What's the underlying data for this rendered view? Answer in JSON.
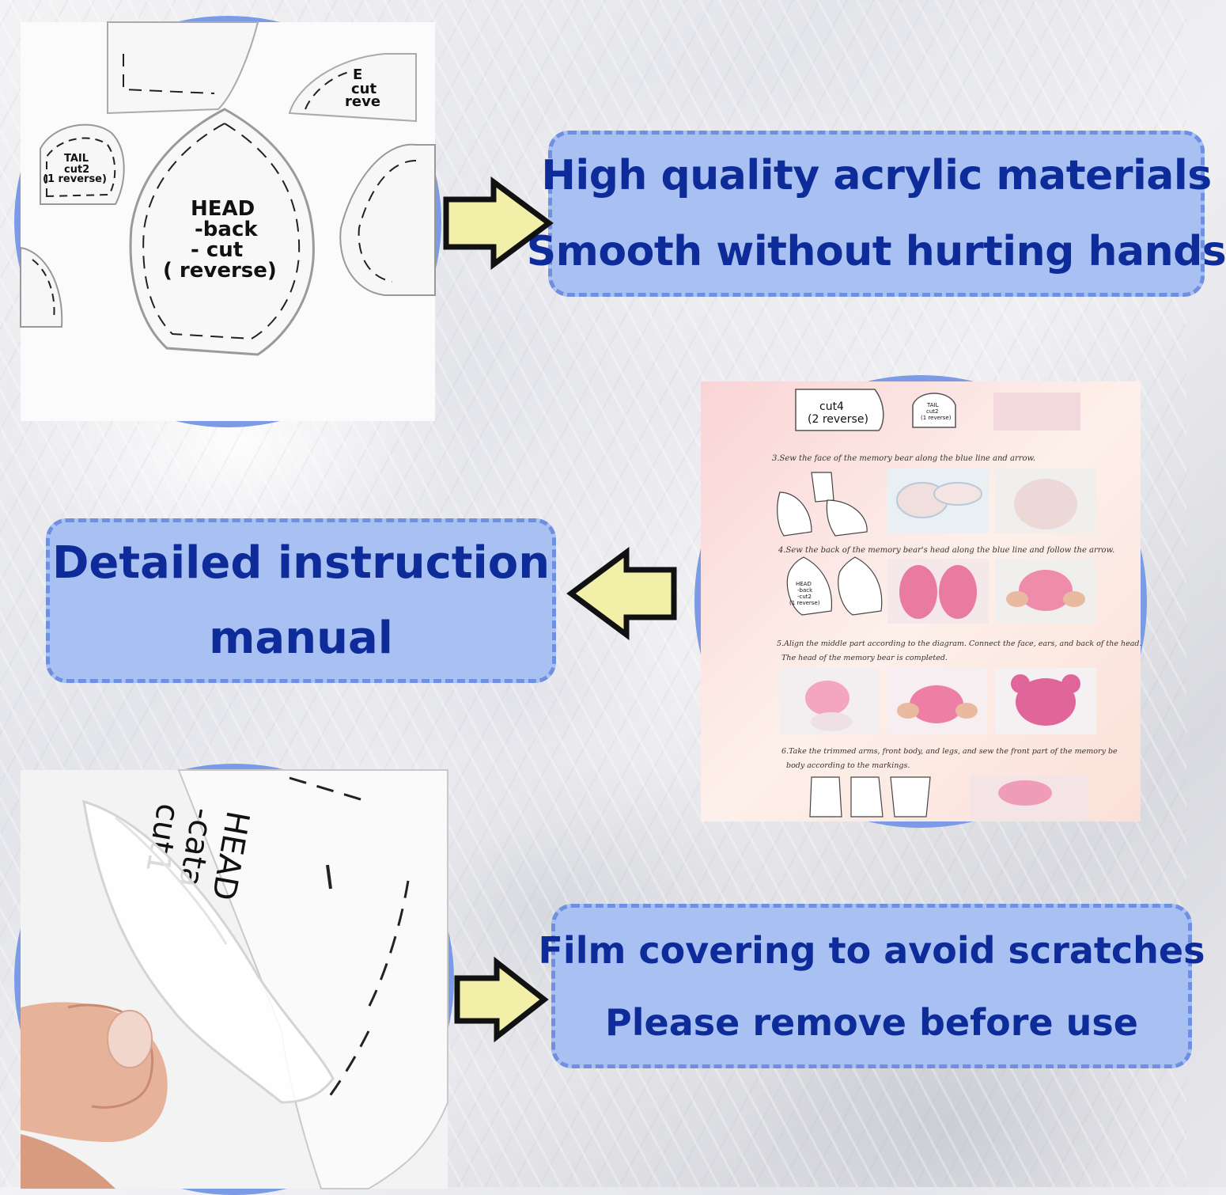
{
  "colors": {
    "callout_fill": "#a9c0f2",
    "callout_border": "#6f8fe0",
    "callout_text": "#0d2c9a",
    "circle_border": "#7b9be6",
    "arrow_fill": "#f2efa8",
    "arrow_stroke": "#111111"
  },
  "feature1": {
    "line1": "High quality acrylic materials",
    "line2": "Smooth without hurting hands"
  },
  "feature2": {
    "line1": "Detailed instruction",
    "line2": "manual"
  },
  "feature3": {
    "line1": "Film covering to avoid scratches",
    "line2": "Please remove before use"
  },
  "template_photo": {
    "head_label": [
      "HEAD",
      "-back",
      "- cut",
      "(   reverse)"
    ],
    "tail_label": [
      "TAIL",
      "cut2",
      "(1 reverse)"
    ],
    "ear_fragment": [
      "E",
      "cut",
      "reve"
    ]
  },
  "manual_photo": {
    "ear_label": [
      "cut4",
      "(2 reverse)"
    ],
    "tail_label": [
      "TAIL",
      "cut2",
      "(1 reverse)"
    ],
    "step3": "3.Sew the face of the memory bear along the blue line and arrow.",
    "step4": "4.Sew the back of the memory bear's head along the blue line and follow the arrow.",
    "step5_line1": "5.Align the middle part according to the diagram. Connect the face, ears, and back of the head.",
    "step5_line2": "The head of the memory bear is completed.",
    "step6_line1": "6.Take the trimmed arms, front body, and legs, and sew the front part of the memory be",
    "step6_line2": "body according to the markings.",
    "head_back_label": [
      "HEAD",
      "-back",
      "-cut2",
      "(1 reverse)"
    ]
  },
  "film_photo": {
    "label": [
      "HEAD",
      "-cata",
      "cut1"
    ]
  },
  "icons": {
    "arrow1": "right-arrow-icon",
    "arrow2": "left-arrow-icon",
    "arrow3": "right-arrow-icon"
  }
}
